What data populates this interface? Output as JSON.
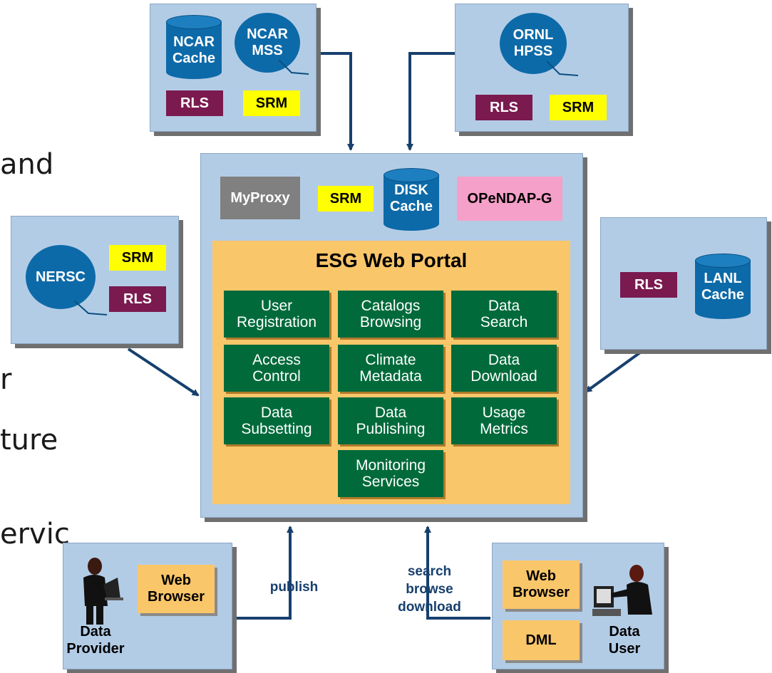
{
  "background_fragments": [
    "and",
    "r",
    "ture",
    "ervic"
  ],
  "ncar": {
    "cache": "NCAR\nCache",
    "mss": "NCAR\nMSS",
    "rls": "RLS",
    "srm": "SRM"
  },
  "ornl": {
    "hpss": "ORNL\nHPSS",
    "rls": "RLS",
    "srm": "SRM"
  },
  "nersc": {
    "name": "NERSC",
    "srm": "SRM",
    "rls": "RLS"
  },
  "lanl": {
    "rls": "RLS",
    "cache": "LANL\nCache"
  },
  "central": {
    "myproxy": "MyProxy",
    "srm": "SRM",
    "disk": "DISK\nCache",
    "opendap": "OPeNDAP-G"
  },
  "portal": {
    "title": "ESG Web Portal",
    "services": [
      "User\nRegistration",
      "Catalogs\nBrowsing",
      "Data\nSearch",
      "Access\nControl",
      "Climate\nMetadata",
      "Data\nDownload",
      "Data\nSubsetting",
      "Data\nPublishing",
      "Usage\nMetrics",
      "Monitoring\nServices"
    ]
  },
  "provider": {
    "browser": "Web\nBrowser",
    "label": "Data\nProvider"
  },
  "user": {
    "browser": "Web\nBrowser",
    "dml": "DML",
    "label": "Data\nUser"
  },
  "flows": {
    "publish": "publish",
    "search": "search\nbrowse\ndownload"
  },
  "colors": {
    "panel": "#b3cce6",
    "rls": "#7a1a4f",
    "srm": "#ffff00",
    "storage": "#0d6aa8",
    "service": "#006a3a",
    "portal": "#fac66a",
    "opendap": "#f5a0c8",
    "myproxy": "#808080",
    "arrow": "#17406e"
  }
}
